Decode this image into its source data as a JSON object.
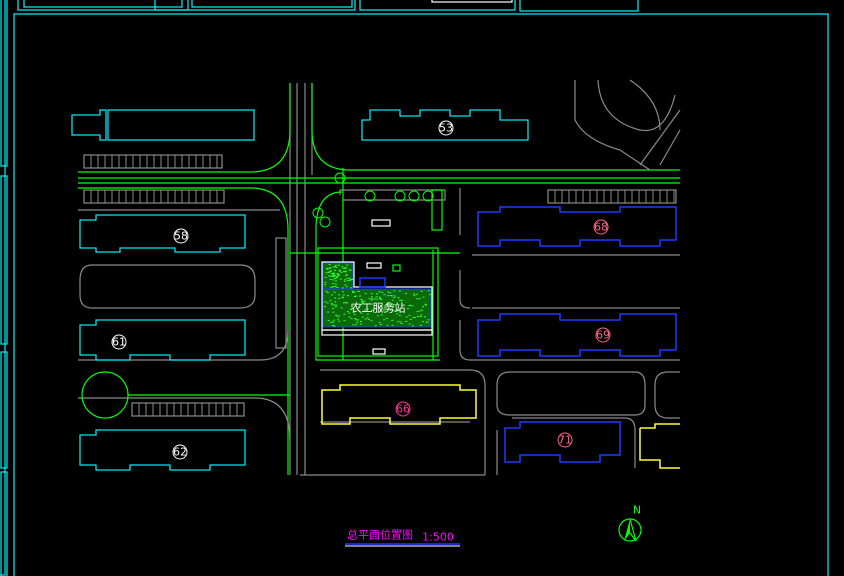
{
  "drawing": {
    "title": "总平面位置图",
    "scale": "1:500",
    "center_label": "农工服务站",
    "north_label": "N"
  },
  "buildings": [
    {
      "number": "53",
      "color": "#ffffff"
    },
    {
      "number": "58",
      "color": "#ffffff"
    },
    {
      "number": "61",
      "color": "#ffffff"
    },
    {
      "number": "62",
      "color": "#ffffff"
    },
    {
      "number": "66",
      "color": "#ff3399"
    },
    {
      "number": "68",
      "color": "#ff6688"
    },
    {
      "number": "69",
      "color": "#ff6688"
    },
    {
      "number": "71",
      "color": "#ff6688"
    }
  ],
  "colors": {
    "background": "#000000",
    "frame": "#00e5ee",
    "landscape": "#00ff00",
    "road": "#8a8a8a",
    "title": "#ff00ff"
  }
}
